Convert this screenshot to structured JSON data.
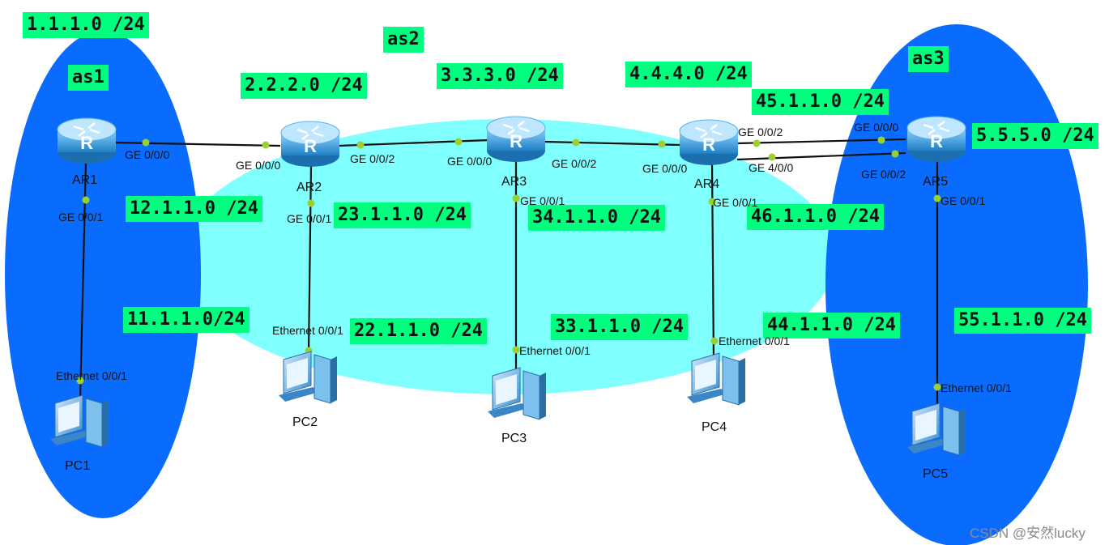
{
  "colors": {
    "as_region": "#0a6cff",
    "as2_region": "#80ffff",
    "label_bg": "#00ff7f",
    "link": "#111111",
    "port_dot": "#9bd12f",
    "router_body": "#2f9ad8",
    "pc_body": "#5aa8de"
  },
  "as_labels": {
    "as1": "as1",
    "as2": "as2",
    "as3": "as3"
  },
  "networks": {
    "n1": "1.1.1.0 /24",
    "n2": "2.2.2.0 /24",
    "n3": "3.3.3.0 /24",
    "n4": "4.4.4.0 /24",
    "n45": "45.1.1.0 /24",
    "n5": "5.5.5.0 /24",
    "n12": "12.1.1.0 /24",
    "n23": "23.1.1.0 /24",
    "n34": "34.1.1.0 /24",
    "n46": "46.1.1.0 /24",
    "n11": "11.1.1.0/24",
    "n22": "22.1.1.0 /24",
    "n33": "33.1.1.0 /24",
    "n44": "44.1.1.0 /24",
    "n55": "55.1.1.0 /24"
  },
  "devices": {
    "ar1": "AR1",
    "ar2": "AR2",
    "ar3": "AR3",
    "ar4": "AR4",
    "ar5": "AR5",
    "pc1": "PC1",
    "pc2": "PC2",
    "pc3": "PC3",
    "pc4": "PC4",
    "pc5": "PC5"
  },
  "ports": {
    "ar1_g000": "GE 0/0/0",
    "ar1_g001": "GE 0/0/1",
    "ar2_g000": "GE 0/0/0",
    "ar2_g002": "GE 0/0/2",
    "ar2_g001": "GE 0/0/1",
    "ar3_g000": "GE 0/0/0",
    "ar3_g002": "GE 0/0/2",
    "ar3_g001": "GE 0/0/1",
    "ar4_g000": "GE 0/0/0",
    "ar4_g002": "GE 0/0/2",
    "ar4_g400": "GE 4/0/0",
    "ar4_g001": "GE 0/0/1",
    "ar5_g000": "GE 0/0/0",
    "ar5_g002": "GE 0/0/2",
    "ar5_g001": "GE 0/0/1",
    "pc1_eth": "Ethernet 0/0/1",
    "pc2_eth": "Ethernet 0/0/1",
    "pc3_eth": "Ethernet 0/0/1",
    "pc4_eth": "Ethernet 0/0/1",
    "pc5_eth": "Ethernet 0/0/1"
  },
  "watermark": "CSDN @安然lucky"
}
